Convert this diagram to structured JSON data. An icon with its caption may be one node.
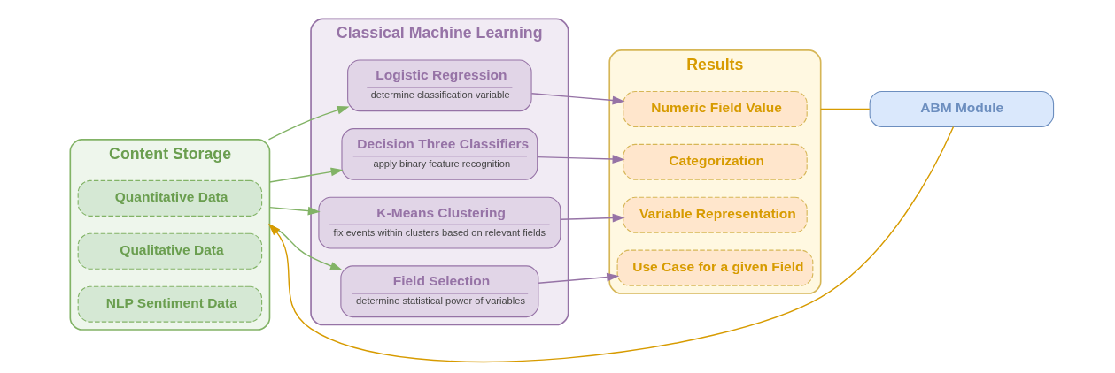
{
  "diagram": {
    "nodes": [
      {
        "text": [
          "Content Storage"
        ]
      },
      {
        "text": [
          "Quantitative Data"
        ],
        "in": 0
      },
      {
        "text": [
          "Qualitative Data"
        ],
        "in": 0
      },
      {
        "text": [
          "NLP Sentiment Data"
        ],
        "in": 0
      },
      {
        "text": [
          "Classical Machine Learning"
        ]
      },
      {
        "text": [
          "Logistic Regression",
          "determine classification variable"
        ],
        "in": 4
      },
      {
        "text": [
          "Decision Three Classifiers",
          "apply binary feature recognition"
        ],
        "in": 4
      },
      {
        "text": [
          "K-Means Clustering",
          "fix events within clusters based on relevant fields"
        ],
        "in": 4
      },
      {
        "text": [
          "Field Selection",
          "determine statistical power of variables"
        ],
        "in": 4
      },
      {
        "text": [
          "Results"
        ]
      },
      {
        "text": [
          "Numeric Field Value"
        ],
        "in": 9
      },
      {
        "text": [
          "Categorization"
        ],
        "in": 9
      },
      {
        "text": [
          "Variable Representation"
        ],
        "in": 9
      },
      {
        "text": [
          "Use Case for a given Field"
        ],
        "in": 9
      },
      {
        "text": [
          "ABM Module"
        ]
      }
    ],
    "edges": [
      {
        "from": 0,
        "to": 5,
        "arrow": "to",
        "color": "#82b366"
      },
      {
        "from": 0,
        "to": 6,
        "arrow": "to",
        "color": "#82b366"
      },
      {
        "from": 0,
        "to": 7,
        "arrow": "to",
        "color": "#82b366"
      },
      {
        "from": 0,
        "to": 8,
        "arrow": "to",
        "color": "#82b366"
      },
      {
        "from": 5,
        "to": 10,
        "arrow": "to",
        "color": "#9673a6"
      },
      {
        "from": 6,
        "to": 11,
        "arrow": "to",
        "color": "#9673a6"
      },
      {
        "from": 7,
        "to": 12,
        "arrow": "to",
        "color": "#9673a6"
      },
      {
        "from": 8,
        "to": 13,
        "arrow": "to",
        "color": "#9673a6"
      },
      {
        "from": 9,
        "to": 14,
        "arrow": "none",
        "color": "#d79b00"
      },
      {
        "from": 14,
        "to": 0,
        "arrow": "to",
        "color": "#d79b00"
      }
    ]
  }
}
